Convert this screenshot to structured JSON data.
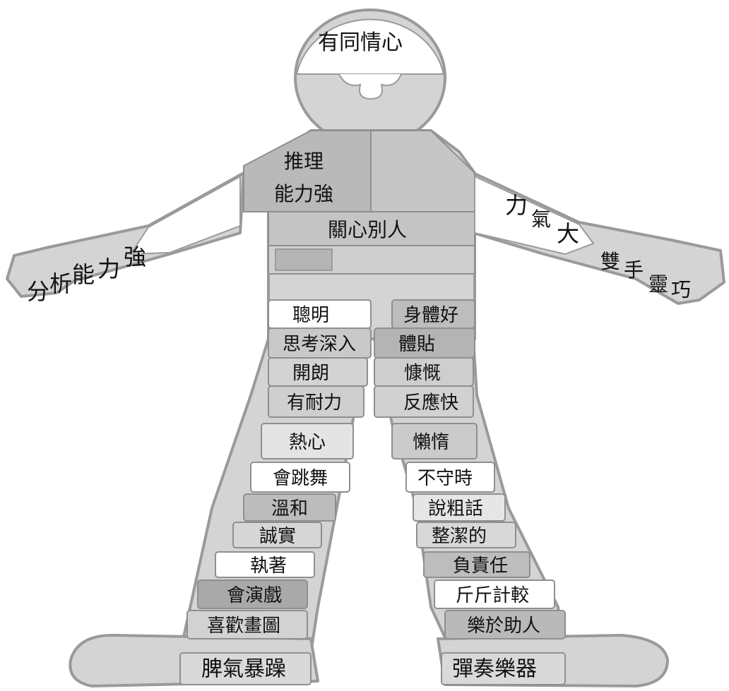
{
  "head": {
    "label": "有同情心"
  },
  "torso": {
    "reasoning": [
      "推理",
      "能力強"
    ],
    "care": "關心別人"
  },
  "left_arm": {
    "chars": [
      "分",
      "析",
      "能",
      "力",
      "強"
    ]
  },
  "right_arm": {
    "upper": [
      "力",
      "氣",
      "大"
    ],
    "lower": [
      "雙",
      "手",
      "靈",
      "巧"
    ]
  },
  "left_pieces": [
    "聰明",
    "思考深入",
    "開朗",
    "有耐力",
    "熱心",
    "會跳舞",
    "溫和",
    "誠實",
    "執著",
    "會演戲",
    "喜歡畫圖",
    "脾氣暴躁"
  ],
  "right_pieces": [
    "身體好",
    "體貼",
    "慷慨",
    "反應快",
    "懶惰",
    "不守時",
    "說粗話",
    "整潔的",
    "負責任",
    "斤斤計較",
    "樂於助人",
    "彈奏樂器"
  ]
}
